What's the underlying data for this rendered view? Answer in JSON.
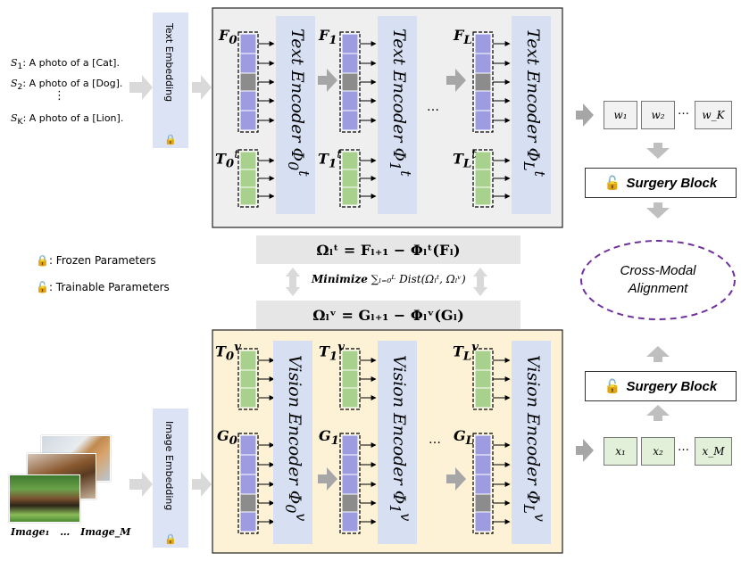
{
  "prompts": {
    "p1": {
      "sym": "S",
      "sub": "1",
      "text": ": A photo of a [Cat]."
    },
    "p2": {
      "sym": "S",
      "sub": "2",
      "text": ": A photo of a [Dog]."
    },
    "p3": {
      "sym": "S",
      "sub": "K",
      "text": ": A photo of a [Lion]."
    },
    "vdots": "⋮"
  },
  "text_embedding": "Text Embedding",
  "image_embedding": "Image Embedding",
  "text_encoders": [
    {
      "name": "Text Encoder Φ",
      "sub": "0",
      "sup": "t",
      "F": "F",
      "Fsub": "0",
      "T": "T",
      "Tsub": "0",
      "Tsup": "t"
    },
    {
      "name": "Text Encoder Φ",
      "sub": "1",
      "sup": "t",
      "F": "F",
      "Fsub": "1",
      "T": "T",
      "Tsub": "1",
      "Tsup": "t"
    },
    {
      "name": "Text Encoder Φ",
      "sub": "L",
      "sup": "t",
      "F": "F",
      "Fsub": "L",
      "T": "T",
      "Tsub": "L",
      "Tsup": "t"
    }
  ],
  "vision_encoders": [
    {
      "name": "Vision Encoder Φ",
      "sub": "0",
      "sup": "v",
      "G": "G",
      "Gsub": "0",
      "T": "T",
      "Tsub": "0",
      "Tsup": "v"
    },
    {
      "name": "Vision Encoder Φ",
      "sub": "1",
      "sup": "v",
      "G": "G",
      "Gsub": "1",
      "T": "T",
      "Tsub": "1",
      "Tsup": "v"
    },
    {
      "name": "Vision Encoder Φ",
      "sub": "L",
      "sup": "v",
      "G": "G",
      "Gsub": "L",
      "T": "T",
      "Tsub": "L",
      "Tsup": "v"
    }
  ],
  "ellipsis": "…",
  "vdots": "⋮",
  "equations": {
    "omega_t": "Ωₗᵗ = Fₗ₊₁ − Φₗᵗ(Fₗ)",
    "minimize_prefix": "Minimize",
    "minimize_rest": "∑ₗ₌₀ᴸ Dist(Ωₗᵗ, Ωₗᵛ)",
    "omega_v": "Ωₗᵛ = Gₗ₊₁ − Φₗᵛ(Gₗ)"
  },
  "legend": {
    "frozen": ": Frozen Parameters",
    "trainable": ": Trainable Parameters"
  },
  "text_outputs": {
    "w1": "w₁",
    "w2": "w₂",
    "dots": "…",
    "wK": "w_K"
  },
  "image_outputs": {
    "x1": "x₁",
    "x2": "x₂",
    "dots": "…",
    "xM": "x_M"
  },
  "surgery_top": "Surgery Block",
  "surgery_bottom": "Surgery Block",
  "cross_modal": {
    "line1": "Cross-Modal",
    "line2": "Alignment"
  },
  "images": {
    "first": "Image₁",
    "dots": "…",
    "last": "Image_M"
  },
  "colors": {
    "text_panel": "#efefef",
    "vision_panel": "#fdf1d6",
    "encoder_bar": "#d6e0f2",
    "token_purple": "#9e9ce0",
    "token_green": "#a9d18e",
    "token_grey": "#8c8c8c",
    "ellipse": "#7030a0",
    "arrow_grey": "#bfbfbf"
  }
}
